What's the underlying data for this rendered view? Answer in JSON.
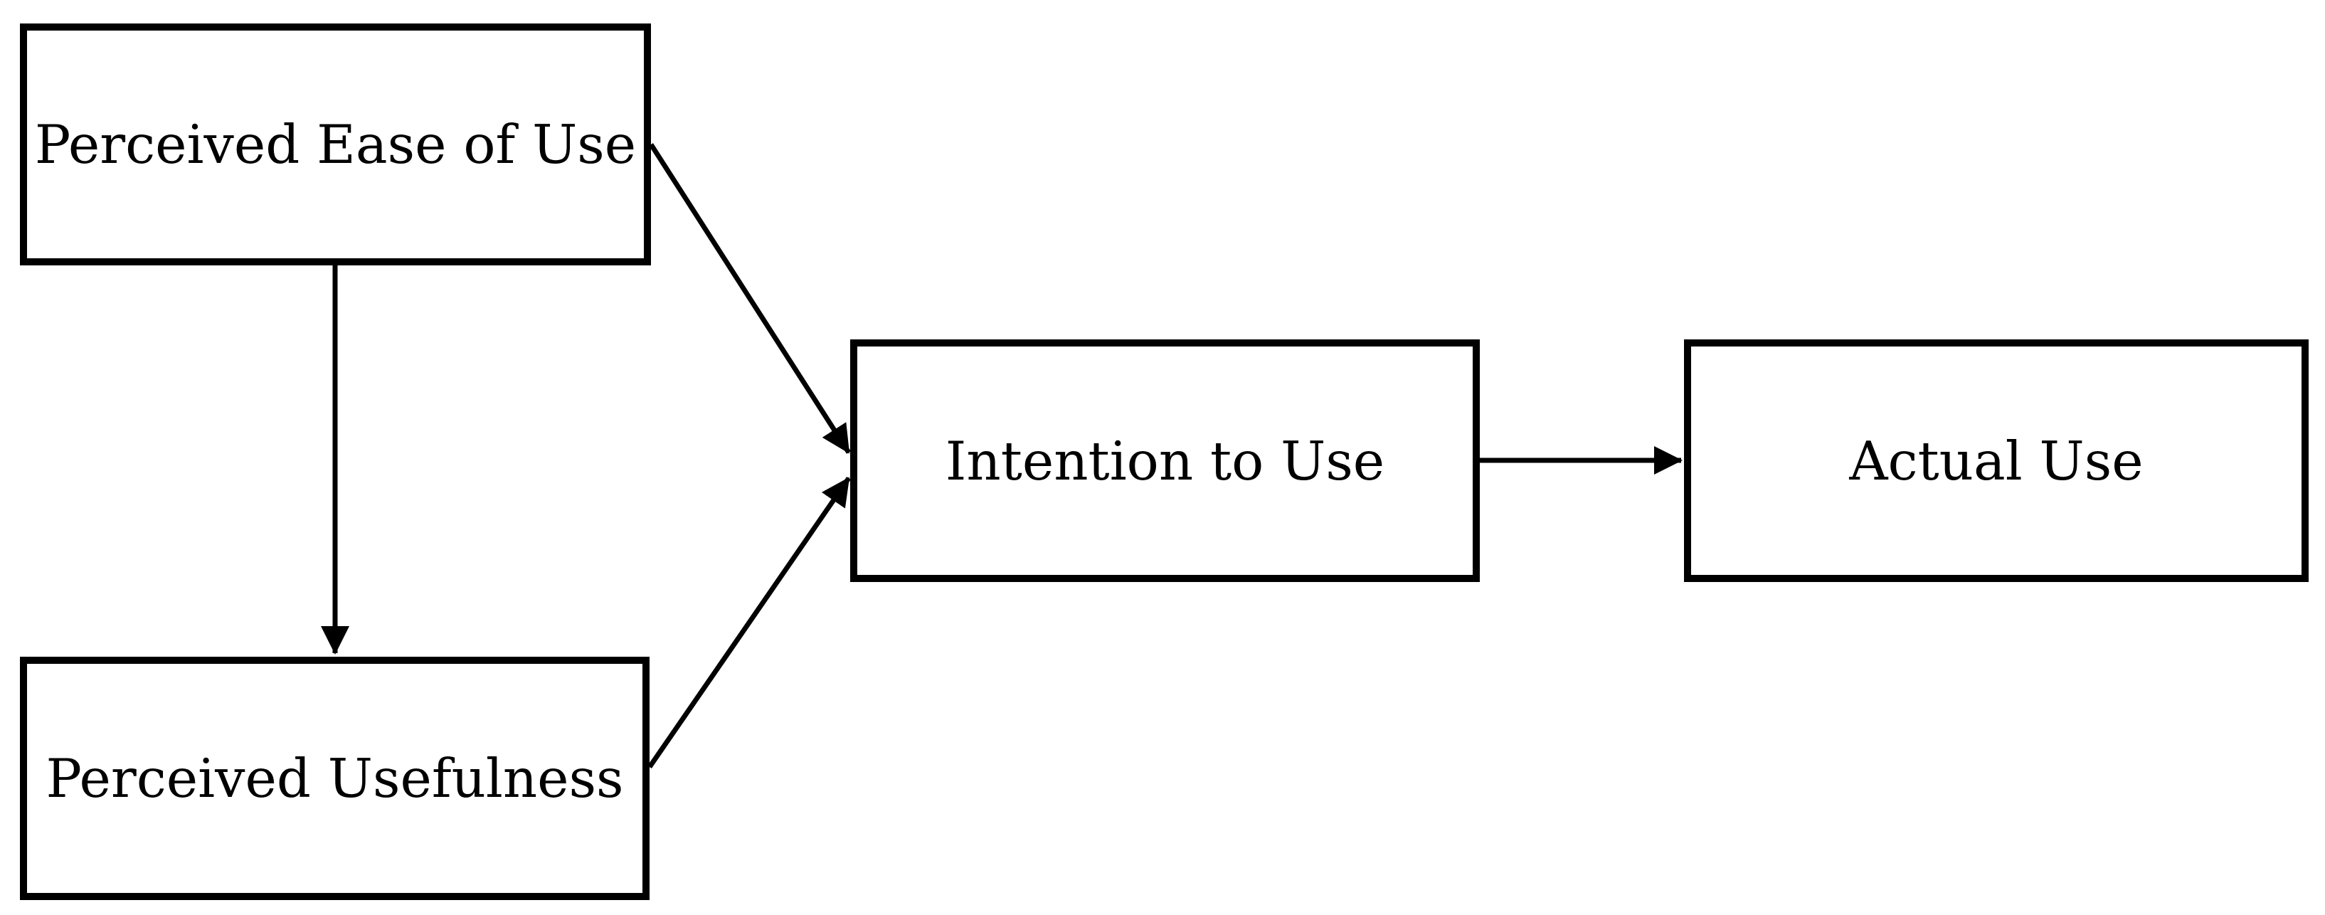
{
  "diagram": {
    "background_color": "#ffffff",
    "line_color": "#000000",
    "nodes": [
      {
        "id": "peou",
        "label": "Perceived Ease of Use"
      },
      {
        "id": "pu",
        "label": "Perceived Usefulness"
      },
      {
        "id": "itu",
        "label": "Intention to Use"
      },
      {
        "id": "au",
        "label": "Actual Use"
      }
    ],
    "edges": [
      {
        "from": "Perceived Ease of Use",
        "to": "Perceived Usefulness",
        "direction": "down"
      },
      {
        "from": "Perceived Ease of Use",
        "to": "Intention to Use",
        "direction": "diagonal-down-right"
      },
      {
        "from": "Perceived Usefulness",
        "to": "Intention to Use",
        "direction": "diagonal-up-right"
      },
      {
        "from": "Intention to Use",
        "to": "Actual Use",
        "direction": "right"
      }
    ]
  }
}
